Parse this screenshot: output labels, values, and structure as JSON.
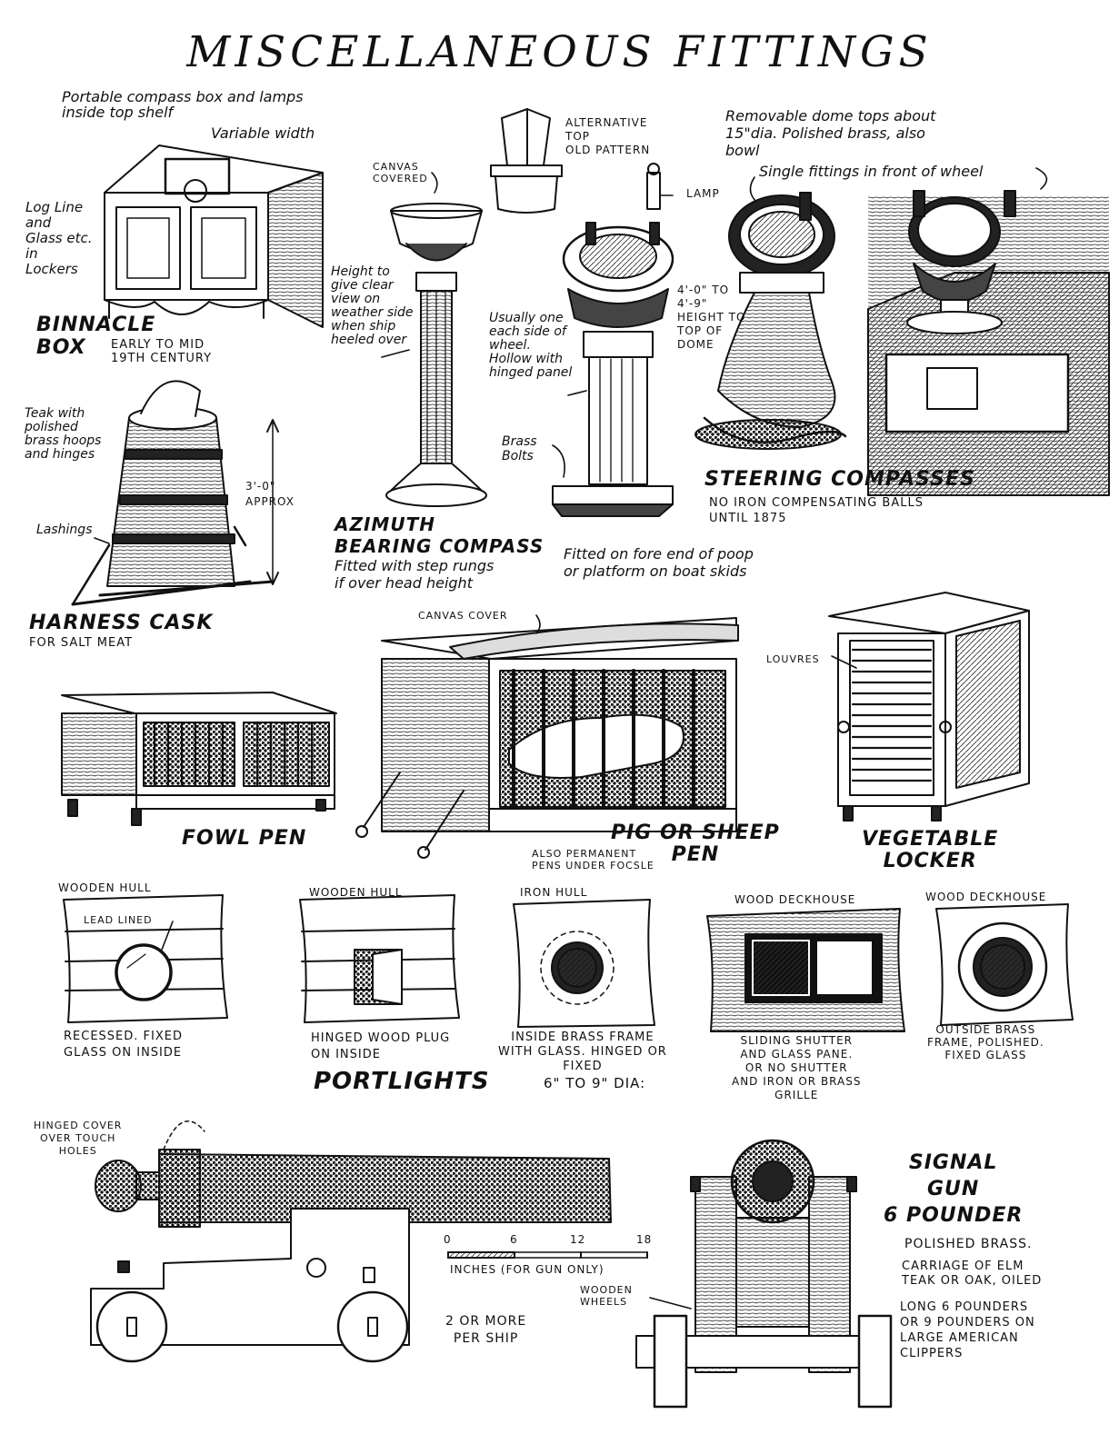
{
  "title": "MISCELLANEOUS FITTINGS",
  "binnacle": {
    "note1": "Portable compass box and lamps\ninside top shelf",
    "note2": "Variable width",
    "note3": "Log Line\nand\nGlass etc.\nin\nLockers",
    "label": "BINNACLE\nBOX",
    "period": "EARLY TO MID\n19TH CENTURY"
  },
  "azimuth": {
    "canvas": "CANVAS\nCOVERED",
    "height_note": "Height to\ngive clear\nview on\nweather side\nwhen ship\nheeled over",
    "label": "AZIMUTH\nBEARING COMPASS",
    "note": "Fitted with step rungs\nif over head height",
    "fitted": "Fitted on fore end of poop\nor platform on boat skids"
  },
  "alt_top": {
    "label": "ALTERNATIVE\nTOP\nOLD PATTERN",
    "lamp": "LAMP"
  },
  "pedestal": {
    "note": "Usually one\neach side of\nwheel.\nHollow with\nhinged panel",
    "height": "4'-0\" TO\n4'-9\"\nHEIGHT TO\nTOP OF\nDOME",
    "bolts": "Brass\nBolts"
  },
  "steering": {
    "note1": "Removable dome tops about\n15\"dia. Polished brass, also\nbowl",
    "note2": "Single fittings in front of wheel",
    "label": "STEERING COMPASSES",
    "note3": "NO IRON COMPENSATING BALLS\nUNTIL 1875"
  },
  "cask": {
    "note": "Teak with\npolished\nbrass hoops\nand hinges",
    "height": "3'-0\"\nAPPROX",
    "lashings": "Lashings",
    "label": "HARNESS CASK",
    "sub": "FOR SALT MEAT"
  },
  "pens": {
    "canvas": "CANVAS COVER",
    "fowl": "FOWL PEN",
    "pig": "PIG OR SHEEP\nPEN",
    "pig_note": "ALSO PERMANENT\nPENS UNDER FOCSLE"
  },
  "locker": {
    "louvres": "LOUVRES",
    "label": "VEGETABLE\nLOCKER"
  },
  "portlights": {
    "items": [
      {
        "header": "WOODEN HULL",
        "inner": "LEAD LINED",
        "caption": "RECESSED. FIXED\nGLASS ON INSIDE"
      },
      {
        "header": "WOODEN HULL",
        "caption": "HINGED WOOD PLUG\nON INSIDE"
      },
      {
        "header": "IRON HULL",
        "caption": "INSIDE BRASS FRAME\nWITH GLASS. HINGED OR\nFIXED"
      },
      {
        "header": "WOOD DECKHOUSE",
        "caption": "SLIDING SHUTTER\nAND GLASS PANE.\nOR NO SHUTTER\nAND IRON OR BRASS\nGRILLE"
      },
      {
        "header": "WOOD DECKHOUSE",
        "caption": "OUTSIDE BRASS\nFRAME, POLISHED.\nFIXED GLASS"
      }
    ],
    "label": "PORTLIGHTS",
    "size": "6\" TO 9\" DIA:"
  },
  "gun": {
    "hinged": "HINGED COVER\nOVER TOUCH\nHOLES",
    "scale_ticks": [
      "0",
      "6",
      "12",
      "18"
    ],
    "scale_caption": "INCHES (FOR GUN ONLY)",
    "per_ship": "2 OR MORE\nPER SHIP",
    "wheels": "WOODEN\nWHEELS",
    "label": "SIGNAL\nGUN\n6 POUNDER",
    "note1": "POLISHED BRASS.",
    "note2": "CARRIAGE OF ELM\nTEAK OR OAK, OILED",
    "note3": "LONG 6 POUNDERS\nOR 9 POUNDERS ON\nLARGE AMERICAN\nCLIPPERS"
  }
}
